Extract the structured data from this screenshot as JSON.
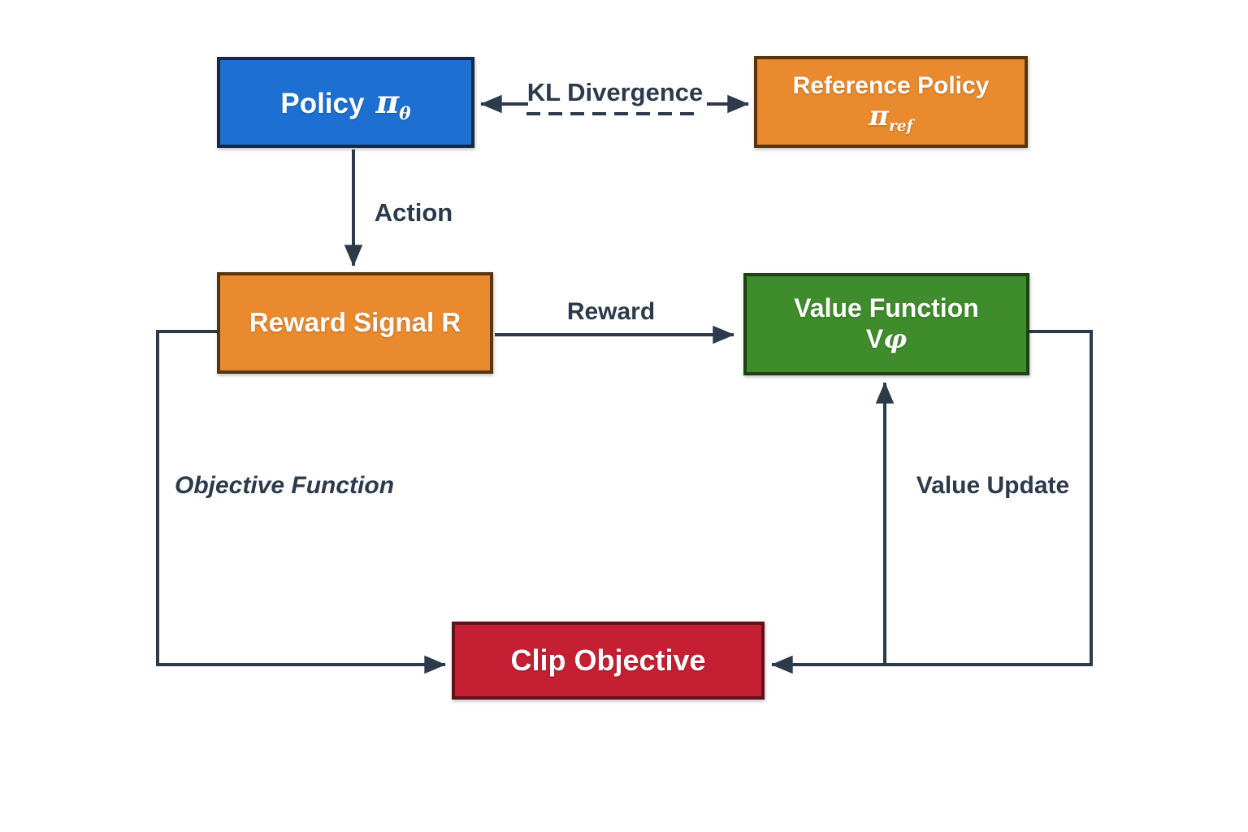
{
  "diagram": {
    "background": "#ffffff",
    "line_color": "#2d3a4a",
    "label_color": "#2c3a4c",
    "node_text_color": "#ffffff",
    "nodes": {
      "policy": {
        "title": "Policy",
        "symbol": "π",
        "sub": "θ",
        "fill": "#1d70d2",
        "border": "#132b47"
      },
      "reference_policy": {
        "title": "Reference Policy",
        "symbol": "π",
        "sub": "ref",
        "fill": "#e98a2e",
        "border": "#57350f"
      },
      "reward_signal": {
        "title": "Reward Signal R",
        "fill": "#e98a2e",
        "border": "#57350f"
      },
      "value_function": {
        "title": "Value Function",
        "symbol": "V",
        "symbol2": "φ",
        "fill": "#3e8c2b",
        "border": "#1e4215"
      },
      "clip_objective": {
        "title": "Clip Objective",
        "fill": "#c51f33",
        "border": "#61101c"
      }
    },
    "edges": {
      "kl_divergence": {
        "label": "KL Divergence",
        "style": "dashed",
        "between": [
          "policy",
          "reference_policy"
        ],
        "direction": "both"
      },
      "action": {
        "label": "Action",
        "from": "policy",
        "to": "reward_signal"
      },
      "reward": {
        "label": "Reward",
        "from": "reward_signal",
        "to": "value_function"
      },
      "objective_function": {
        "label": "Objective Function",
        "from": "reward_signal",
        "to": "clip_objective"
      },
      "value_loop": {
        "label": "",
        "from": "value_function",
        "to": "clip_objective"
      },
      "value_update": {
        "label": "Value Update",
        "from": "value_loop",
        "to": "value_function"
      }
    }
  }
}
